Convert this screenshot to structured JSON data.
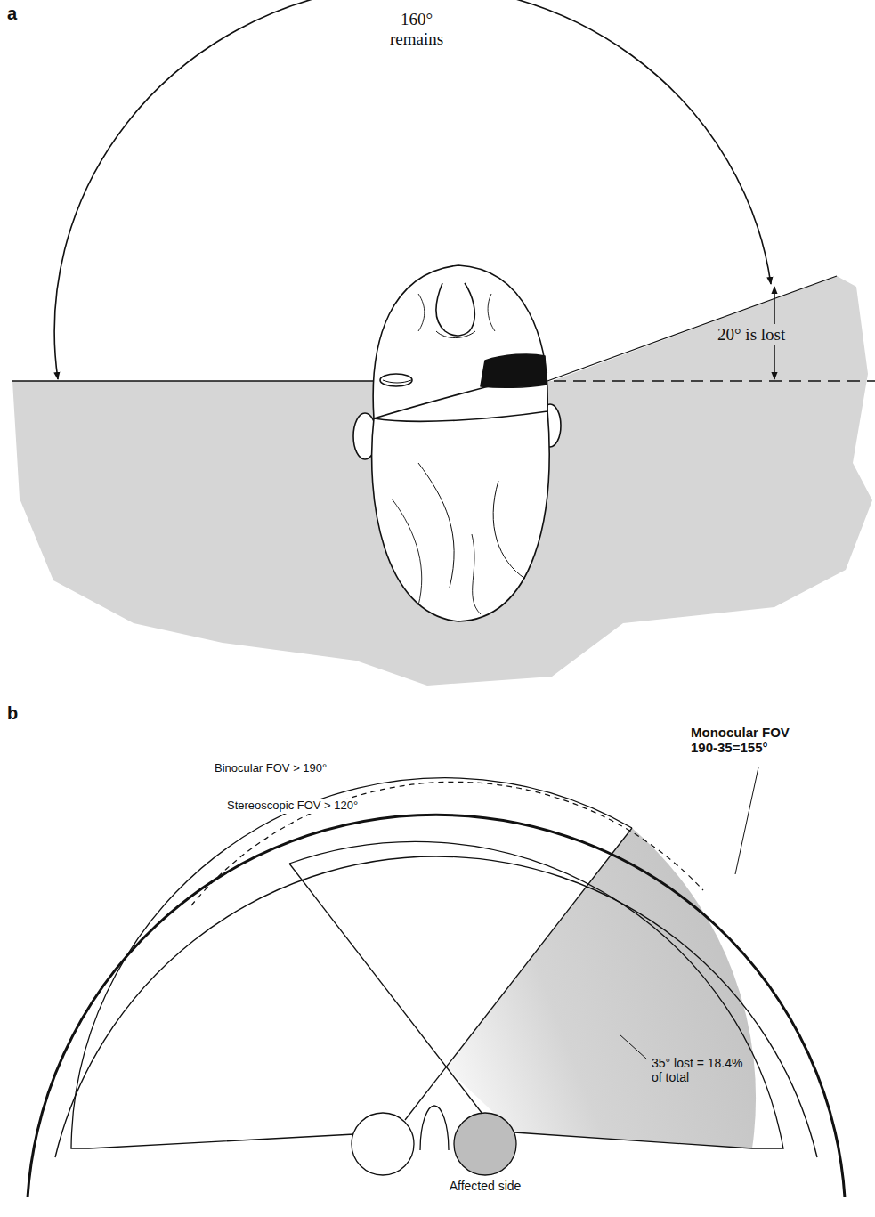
{
  "diagram": {
    "labels": [
      "a",
      "160° remains",
      "20° is lost",
      "b",
      "Binocular FOV > 190°",
      "Stereoscopic FOV > 120°",
      "Monocular FOV 190-35=155°",
      "35° lost = 18.4% of total",
      "Affected side"
    ]
  }
}
